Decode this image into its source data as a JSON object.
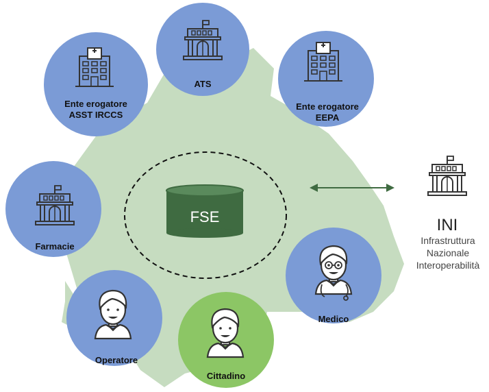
{
  "fse": {
    "label": "FSE"
  },
  "nodes": {
    "ats": {
      "label": "ATS"
    },
    "ente_asst": {
      "line1": "Ente erogatore",
      "line2": "ASST IRCCS"
    },
    "ente_eepa": {
      "line1": "Ente erogatore",
      "line2": "EEPA"
    },
    "farmacie": {
      "label": "Farmacie"
    },
    "medico": {
      "label": "Medico"
    },
    "operatore": {
      "label": "Operatore"
    },
    "cittadino": {
      "label": "Cittadino"
    }
  },
  "ini": {
    "acronym": "INI",
    "line1": "Infrastruttura",
    "line2": "Nazionale",
    "line3": "Interoperabilità"
  },
  "colors": {
    "map_green": "#c6dcc0",
    "node_blue": "#7b9bd6",
    "cittadino_green": "#8cc665",
    "fse_green": "#3f6b41",
    "arrow_green": "#3f6b41"
  }
}
